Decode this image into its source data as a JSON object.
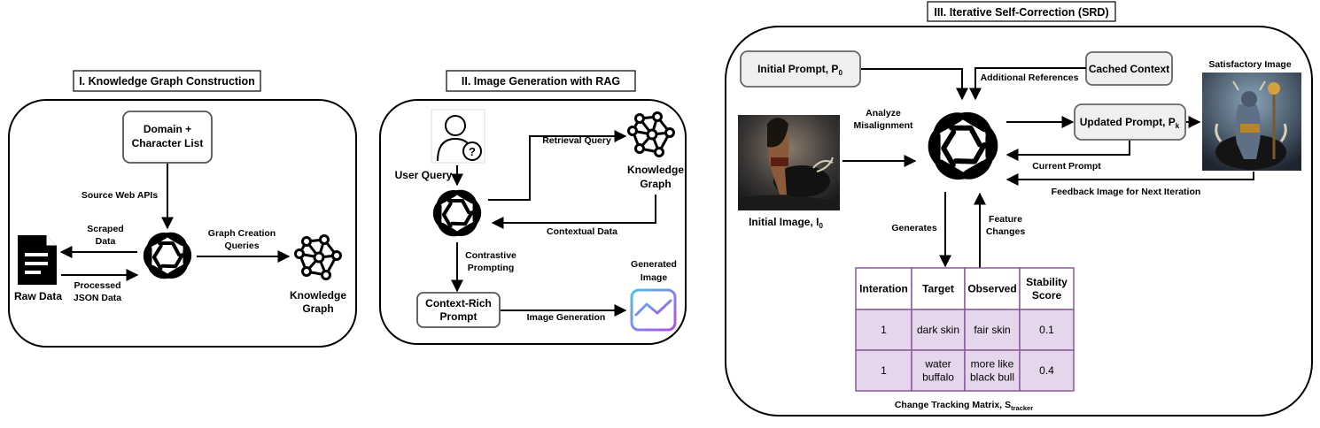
{
  "panels": {
    "kg": {
      "title": "I. Knowledge Graph Construction",
      "domain_box": [
        "Domain +",
        "Character List"
      ],
      "source_web_apis": "Source Web APIs",
      "scraped_data": [
        "Scraped",
        "Data"
      ],
      "graph_creation_queries": [
        "Graph Creation",
        "Queries"
      ],
      "processed_json": [
        "Processed",
        "JSON Data"
      ],
      "raw_data": "Raw Data",
      "knowledge_graph": [
        "Knowledge",
        "Graph"
      ]
    },
    "rag": {
      "title": "II. Image Generation with RAG",
      "user_query": "User Query",
      "retrieval_query": "Retrieval Query",
      "knowledge_graph": [
        "Knowledge",
        "Graph"
      ],
      "contextual_data": "Contextual Data",
      "contrastive_prompting": [
        "Contrastive",
        "Prompting"
      ],
      "context_rich_prompt": [
        "Context-Rich",
        "Prompt"
      ],
      "image_generation": "Image Generation",
      "generated_image": [
        "Generated",
        "Image"
      ]
    },
    "srd": {
      "title": "III. Iterative Self-Correction (SRD)",
      "initial_prompt": "Initial Prompt, P",
      "initial_prompt_sub": "0",
      "cached_context": "Cached Context",
      "additional_references": "Additional References",
      "satisfactory_image": "Satisfactory Image",
      "analyze_misalignment": [
        "Analyze",
        "Misalignment"
      ],
      "updated_prompt": "Updated Prompt, P",
      "updated_prompt_sub": "k",
      "current_prompt": "Current Prompt",
      "feedback_image": "Feedback Image for Next Iteration",
      "initial_image": "Initial Image, I",
      "initial_image_sub": "0",
      "generates": "Generates",
      "feature_changes": [
        "Feature",
        "Changes"
      ],
      "matrix_caption": "Change Tracking Matrix, S",
      "matrix_caption_sub": "tracker",
      "table": {
        "headers": [
          [
            "Interation"
          ],
          [
            "Target"
          ],
          [
            "Observed"
          ],
          [
            "Stability",
            "Score"
          ]
        ],
        "rows": [
          [
            [
              "1"
            ],
            [
              "dark skin"
            ],
            [
              "fair skin"
            ],
            [
              "0.1"
            ]
          ],
          [
            [
              "1"
            ],
            [
              "water",
              "buffalo"
            ],
            [
              "more like",
              "black bull"
            ],
            [
              "0.4"
            ]
          ]
        ]
      }
    }
  },
  "colors": {
    "table_fill": "#e6d6ec",
    "table_border": "#8a5a9a",
    "node_gray": "#efefef",
    "gradient_start": "#4fc3e8",
    "gradient_end": "#b24fe0"
  },
  "icons": [
    "openai-logo-icon",
    "graph-network-icon",
    "document-icon",
    "user-question-icon",
    "generated-image-icon"
  ]
}
